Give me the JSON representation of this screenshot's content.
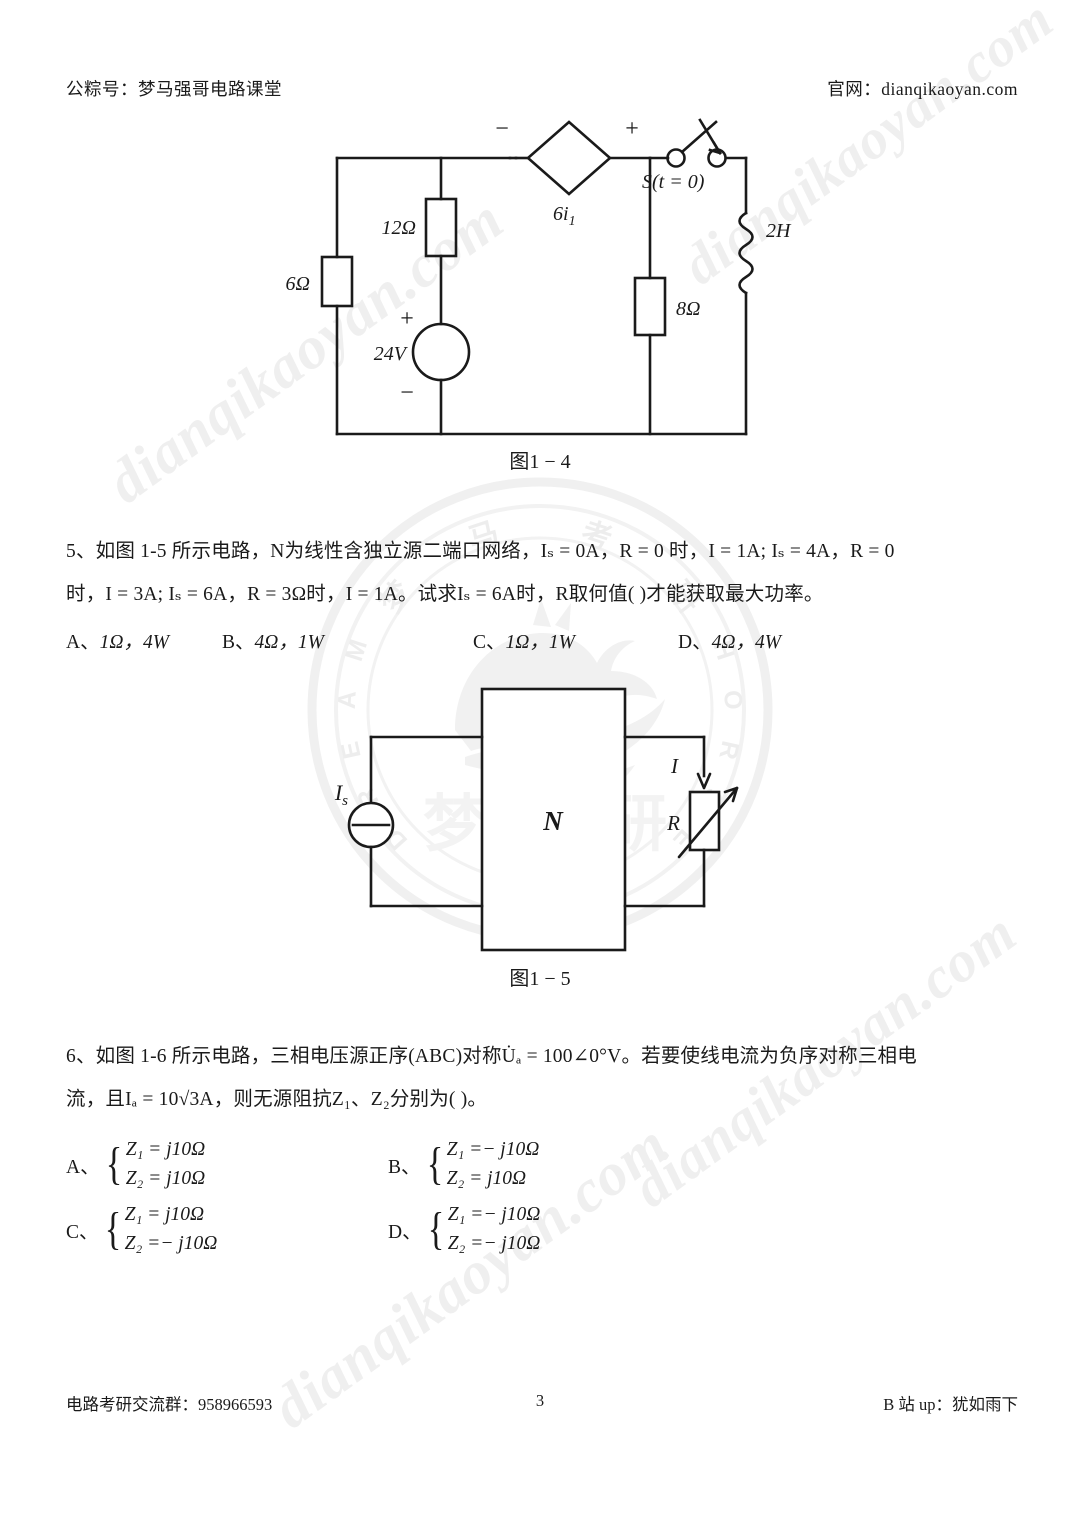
{
  "header": {
    "left": "公粽号：梦马强哥电路课堂",
    "right": "官网：dianqikaoyan.com"
  },
  "footer": {
    "left": "电路考研交流群：958966593",
    "page_number": "3",
    "right": "B 站 up：犹如雨下"
  },
  "watermark": {
    "text": "dianqikaoyan.com",
    "seal_top": "梦 马 考 研",
    "seal_bottom": "DREAM HORSE",
    "color": "#efefef"
  },
  "figure_1_4": {
    "caption": "图1 − 4",
    "labels": {
      "r_left": "6Ω",
      "r_mid": "12Ω",
      "r_right": "8Ω",
      "source": "24V",
      "source_plus": "+",
      "source_minus": "−",
      "dep_source": "6i₁",
      "dep_minus": "−",
      "dep_plus": "+",
      "switch": "S(t = 0)",
      "inductor": "2H"
    }
  },
  "question5": {
    "line1": "5、如图 1-5 所示电路，N为线性含独立源二端口网络，Iₛ = 0A，R = 0 时，I = 1A; Iₛ = 4A，R = 0",
    "line2": "时，I = 3A; Iₛ = 6A，R = 3Ω时，I = 1A。试求Iₛ = 6A时，R取何值(       )才能获取最大功率。",
    "options": [
      {
        "tag": "A、",
        "text": "1Ω，4W"
      },
      {
        "tag": "B、",
        "text": "4Ω，1W"
      },
      {
        "tag": "C、",
        "text": "1Ω，1W"
      },
      {
        "tag": "D、",
        "text": "4Ω，4W"
      }
    ]
  },
  "figure_1_5": {
    "caption": "图1 − 5",
    "labels": {
      "source": "Iₛ",
      "network": "N",
      "current": "I",
      "resistor": "R"
    }
  },
  "question6": {
    "line1": "6、如图 1-6 所示电路，三相电压源正序(ABC)对称U̇ₐ = 100∠0°V。若要使线电流为负序对称三相电",
    "line2": "流，且Iₐ = 10√3A，则无源阻抗Z₁、Z₂分别为(      )。",
    "options": [
      {
        "tag": "A、",
        "row1": "Z₁ = j10Ω",
        "row2": "Z₂ = j10Ω"
      },
      {
        "tag": "B、",
        "row1": "Z₁ =− j10Ω",
        "row2": "Z₂ = j10Ω"
      },
      {
        "tag": "C、",
        "row1": "Z₁ = j10Ω",
        "row2": "Z₂ =− j10Ω"
      },
      {
        "tag": "D、",
        "row1": "Z₁ =− j10Ω",
        "row2": "Z₂ =− j10Ω"
      }
    ]
  }
}
